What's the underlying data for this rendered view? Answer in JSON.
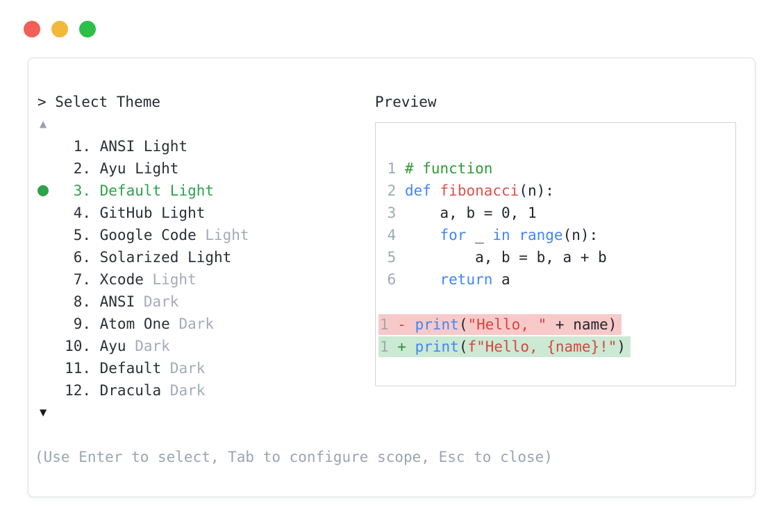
{
  "window": {
    "traffic_light_colors": {
      "close": "#f15f58",
      "minimize": "#f2b83c",
      "zoom": "#2dbf47"
    }
  },
  "theme_picker": {
    "prompt": "> Select Theme",
    "scroll_up_indicator": "▲",
    "scroll_down_indicator": "▼",
    "hint": "(Use Enter to select, Tab to configure scope, Esc to close)",
    "selected_theme": "Default Light",
    "items": [
      {
        "number": "1.",
        "name": "ANSI",
        "variant": "Light",
        "variant_dimmed": false,
        "selected": false
      },
      {
        "number": "2.",
        "name": "Ayu",
        "variant": "Light",
        "variant_dimmed": false,
        "selected": false
      },
      {
        "number": "3.",
        "name": "Default",
        "variant": "Light",
        "variant_dimmed": false,
        "selected": true
      },
      {
        "number": "4.",
        "name": "GitHub",
        "variant": "Light",
        "variant_dimmed": false,
        "selected": false
      },
      {
        "number": "5.",
        "name": "Google Code",
        "variant": "Light",
        "variant_dimmed": true,
        "selected": false
      },
      {
        "number": "6.",
        "name": "Solarized",
        "variant": "Light",
        "variant_dimmed": false,
        "selected": false
      },
      {
        "number": "7.",
        "name": "Xcode",
        "variant": "Light",
        "variant_dimmed": true,
        "selected": false
      },
      {
        "number": "8.",
        "name": "ANSI",
        "variant": "Dark",
        "variant_dimmed": true,
        "selected": false
      },
      {
        "number": "9.",
        "name": "Atom One",
        "variant": "Dark",
        "variant_dimmed": true,
        "selected": false
      },
      {
        "number": "10.",
        "name": "Ayu",
        "variant": "Dark",
        "variant_dimmed": true,
        "selected": false
      },
      {
        "number": "11.",
        "name": "Default",
        "variant": "Dark",
        "variant_dimmed": true,
        "selected": false
      },
      {
        "number": "12.",
        "name": "Dracula",
        "variant": "Dark",
        "variant_dimmed": true,
        "selected": false
      }
    ]
  },
  "preview": {
    "label": "Preview",
    "code_lines": [
      {
        "num": "1",
        "tokens": [
          {
            "text": "# function",
            "type": "comment"
          }
        ]
      },
      {
        "num": "2",
        "tokens": [
          {
            "text": "def",
            "type": "keyword"
          },
          {
            "text": " ",
            "type": "plain"
          },
          {
            "text": "fibonacci",
            "type": "function"
          },
          {
            "text": "(n):",
            "type": "plain"
          }
        ]
      },
      {
        "num": "3",
        "tokens": [
          {
            "text": "    a, b = 0, 1",
            "type": "plain"
          }
        ]
      },
      {
        "num": "4",
        "tokens": [
          {
            "text": "    ",
            "type": "plain"
          },
          {
            "text": "for",
            "type": "keyword"
          },
          {
            "text": " _ ",
            "type": "plain"
          },
          {
            "text": "in",
            "type": "keyword"
          },
          {
            "text": " ",
            "type": "plain"
          },
          {
            "text": "range",
            "type": "keyword"
          },
          {
            "text": "(n):",
            "type": "plain"
          }
        ]
      },
      {
        "num": "5",
        "tokens": [
          {
            "text": "        a, b = b, a + b",
            "type": "plain"
          }
        ]
      },
      {
        "num": "6",
        "tokens": [
          {
            "text": "    ",
            "type": "plain"
          },
          {
            "text": "return",
            "type": "keyword"
          },
          {
            "text": " a",
            "type": "plain"
          }
        ]
      }
    ],
    "diff_lines": [
      {
        "num": "1",
        "sign": "-",
        "kind": "removed",
        "tokens": [
          {
            "text": "print",
            "type": "keyword"
          },
          {
            "text": "(",
            "type": "plain"
          },
          {
            "text": "\"Hello, \"",
            "type": "string"
          },
          {
            "text": " + name)",
            "type": "plain"
          }
        ]
      },
      {
        "num": "1",
        "sign": "+",
        "kind": "added",
        "tokens": [
          {
            "text": "print",
            "type": "keyword"
          },
          {
            "text": "(",
            "type": "plain"
          },
          {
            "text": "f\"Hello, {name}!\"",
            "type": "string"
          },
          {
            "text": ")",
            "type": "plain"
          }
        ]
      }
    ]
  },
  "colors": {
    "accent_green": "#2ea24c",
    "panel_border": "#d9dde3",
    "preview_border": "#cdd2da",
    "dim_text": "#a3abb8",
    "hint_text": "#9ba4b3",
    "line_number": "#a0a8b4",
    "keyword_blue": "#4285f4",
    "comment_green": "#2f9b38",
    "function_red": "#df514b",
    "string_red": "#d6453e",
    "diff_removed_bg": "#f8c9c9",
    "diff_added_bg": "#cbe9d3",
    "diff_minus": "#c94743",
    "diff_plus": "#2b8c42"
  }
}
